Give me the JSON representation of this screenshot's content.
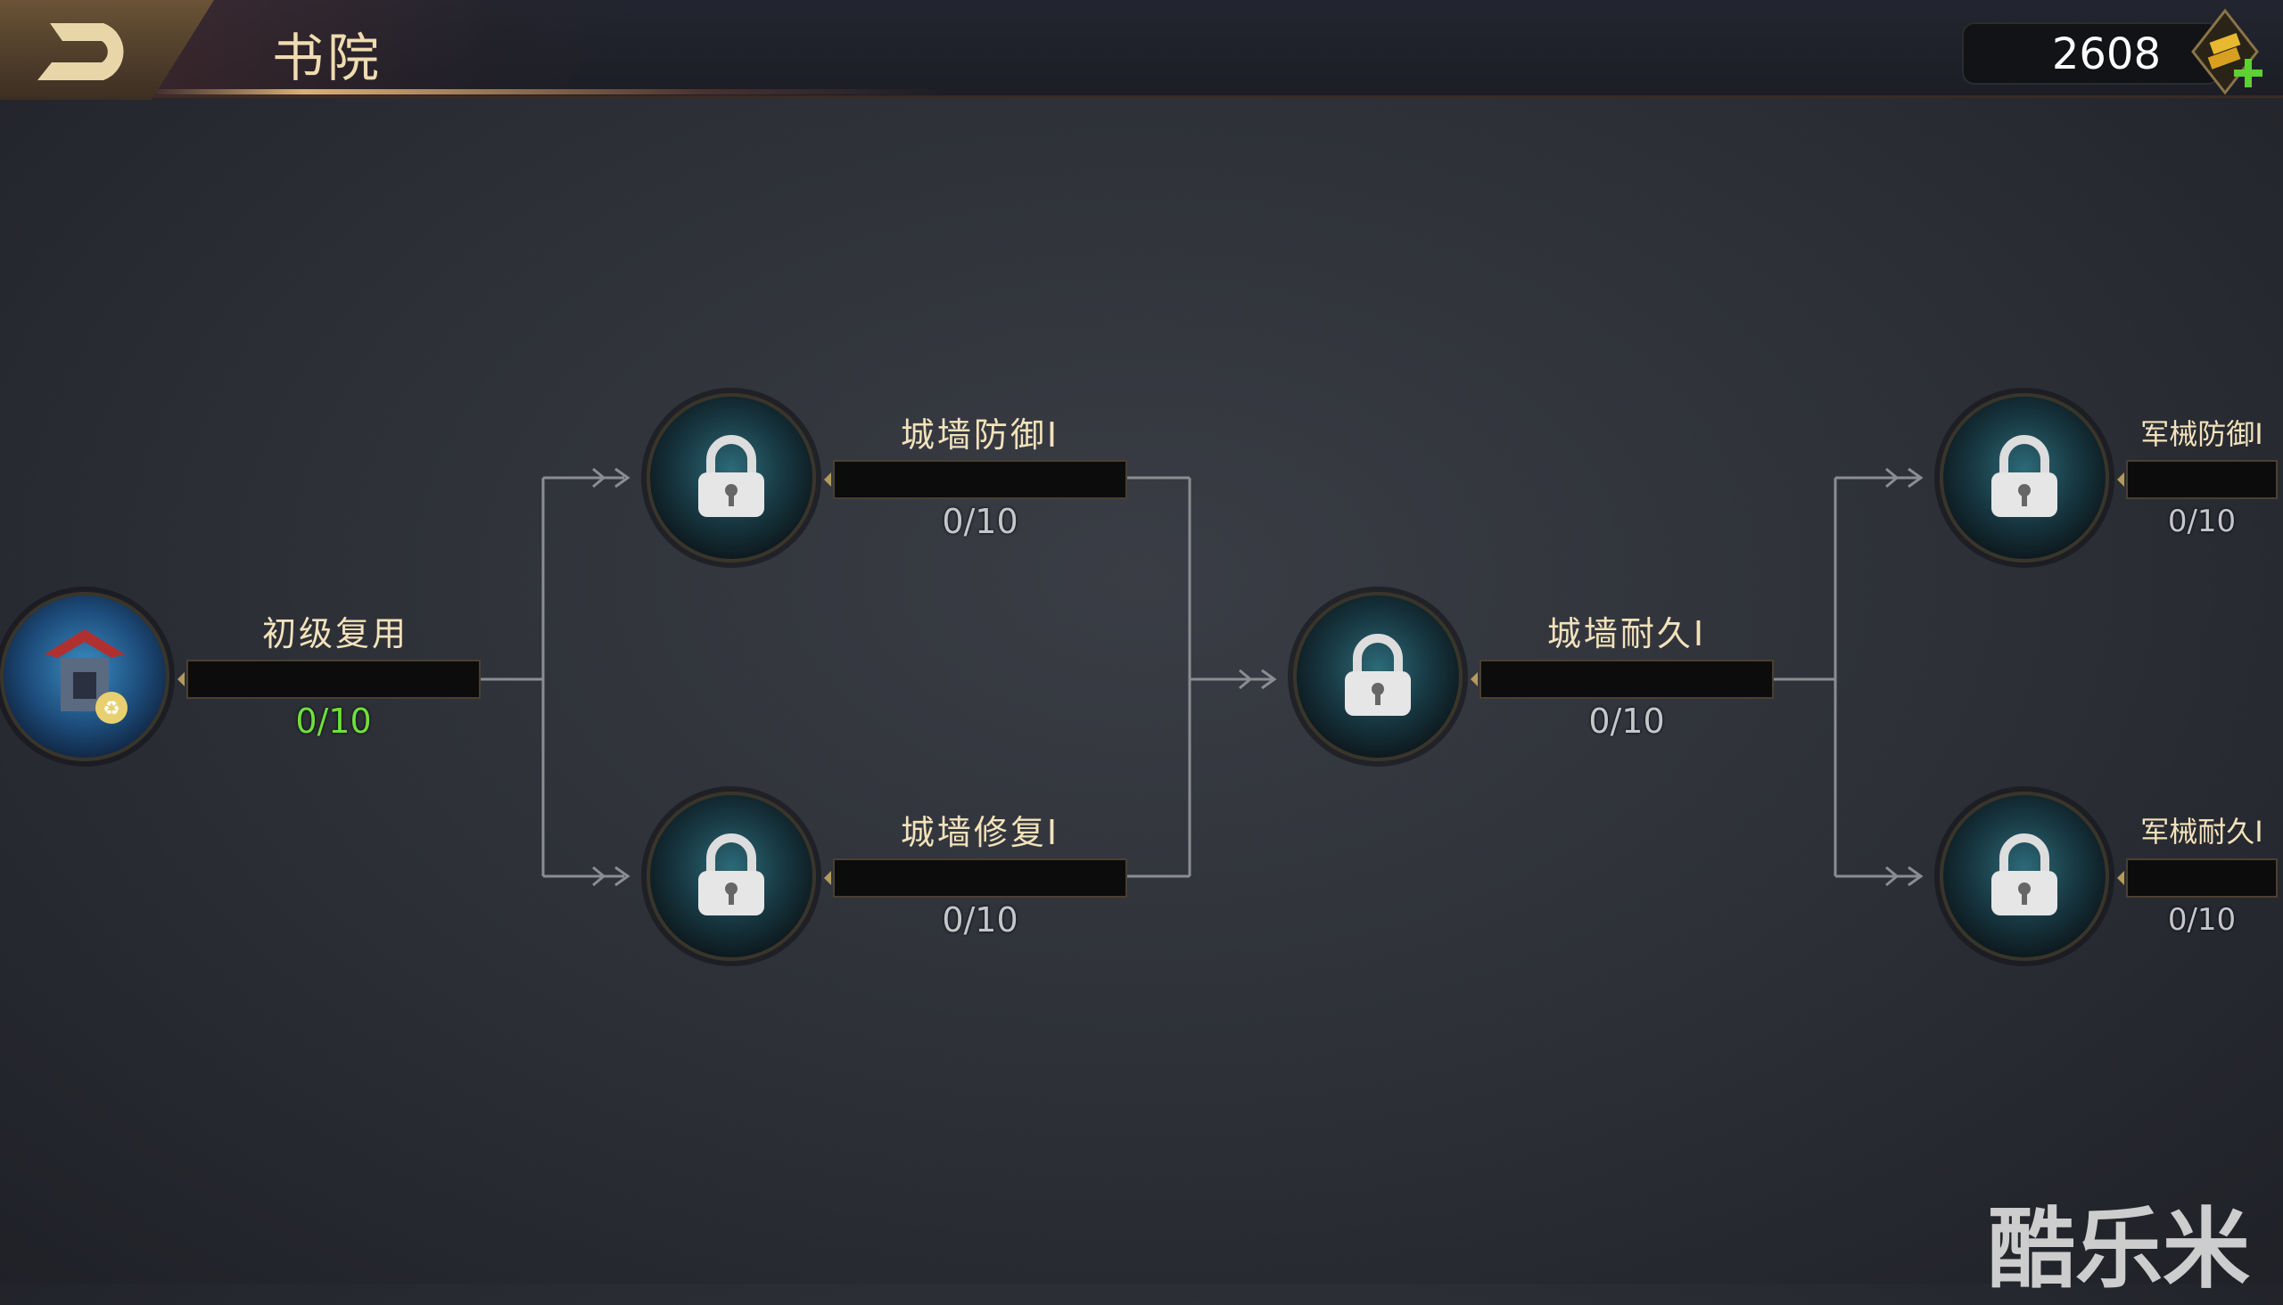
{
  "header": {
    "title": "书院",
    "currency_amount": "2608",
    "back_icon": "back-arrow-icon",
    "currency_icon": "gold-ingot-plus-icon"
  },
  "colors": {
    "label": "#f2e2bb",
    "value": "#c4c6cc",
    "value_active": "#6fe03a",
    "accent": "#b59a5e"
  },
  "tree": {
    "nodes": [
      {
        "name": "初级复用",
        "progress": "0/10",
        "locked": false
      },
      {
        "name": "城墙防御I",
        "progress": "0/10",
        "locked": true
      },
      {
        "name": "城墙修复I",
        "progress": "0/10",
        "locked": true
      },
      {
        "name": "城墙耐久I",
        "progress": "0/10",
        "locked": true
      },
      {
        "name": "军械防御I",
        "progress": "0/10",
        "locked": true
      },
      {
        "name": "军械耐久I",
        "progress": "0/10",
        "locked": true
      }
    ]
  },
  "watermark": "酷乐米"
}
